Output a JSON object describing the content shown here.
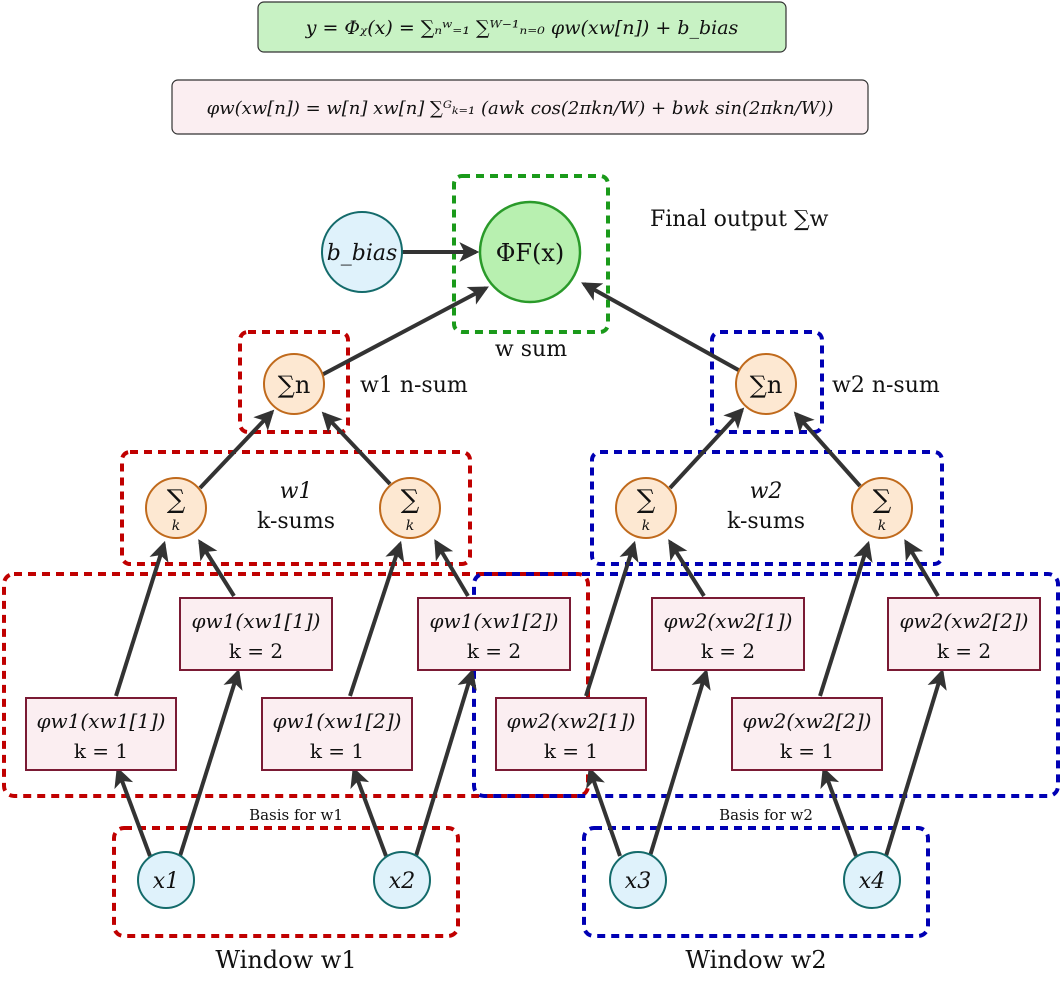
{
  "equations": {
    "output_eq": "y = Φᵪ(x) = ∑ₙʷ₌₁ ∑ᵂ⁻¹ₙ₌₀ φw(xw[n]) + b_bias",
    "basis_eq": "φw(xw[n]) = w[n] xw[n] ∑ᴳₖ₌₁ (awk cos(2πkn/W) + bwk sin(2πkn/W))"
  },
  "labels": {
    "final_output": "Final output ∑w",
    "w_sum": "w sum",
    "w1_nsum": "w1 n-sum",
    "w2_nsum": "w2 n-sum",
    "w1_ksums_top": "w1",
    "w1_ksums_bottom": "k-sums",
    "w2_ksums_top": "w2",
    "w2_ksums_bottom": "k-sums",
    "basis_w1": "Basis for w1",
    "basis_w2": "Basis for w2",
    "window_w1": "Window w1",
    "window_w2": "Window w2"
  },
  "nodes": {
    "bias": "b_bias",
    "output": "ΦF(x)",
    "nsum_symbol": "∑n",
    "ksum_symbol": "∑",
    "ksum_sub": "k",
    "inputs": [
      "x1",
      "x2",
      "x3",
      "x4"
    ]
  },
  "basis": [
    {
      "top": "φw1(xw1[1])",
      "bottom": "k = 1"
    },
    {
      "top": "φw1(xw1[1])",
      "bottom": "k = 2"
    },
    {
      "top": "φw1(xw1[2])",
      "bottom": "k = 1"
    },
    {
      "top": "φw1(xw1[2])",
      "bottom": "k = 2"
    },
    {
      "top": "φw2(xw2[1])",
      "bottom": "k = 1"
    },
    {
      "top": "φw2(xw2[1])",
      "bottom": "k = 2"
    },
    {
      "top": "φw2(xw2[2])",
      "bottom": "k = 1"
    },
    {
      "top": "φw2(xw2[2])",
      "bottom": "k = 2"
    }
  ],
  "colors": {
    "window1": "#c00000",
    "window2": "#0000b4",
    "output_box": "#1a9a1a"
  }
}
